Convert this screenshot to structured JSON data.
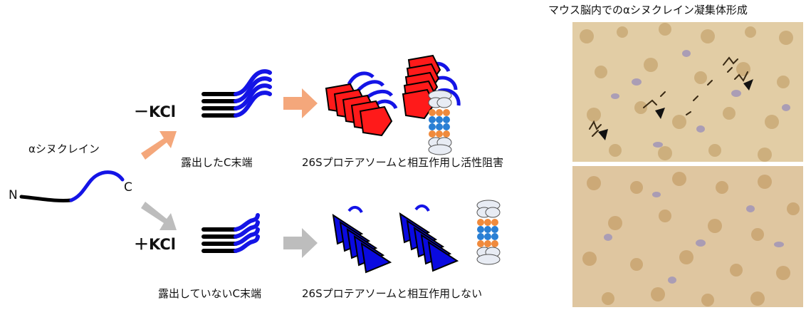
{
  "protein": {
    "name": "αシヌクレイン",
    "n_terminal": "N",
    "c_terminal": "C"
  },
  "conditions": {
    "minus": {
      "label": "－KCl",
      "state": "露出したC末端",
      "result": "26Sプロテアソームと相互作用し活性阻害"
    },
    "plus": {
      "label": "＋KCl",
      "state": "露出していないC末端",
      "result": "26Sプロテアソームと相互作用しない"
    }
  },
  "micrograph": {
    "title": "マウス脳内でのαシヌクレイン凝集体形成"
  },
  "colors": {
    "c_terminus": "#1414e6",
    "n_region": "#000000",
    "aggregate_active": "#ff1a1a",
    "aggregate_inactive": "#0a0ae0",
    "arrow_minus": "#f4a77b",
    "arrow_plus": "#bdbdbd",
    "proteasome_orange": "#f08a3c",
    "proteasome_blue": "#2a7fd4"
  }
}
